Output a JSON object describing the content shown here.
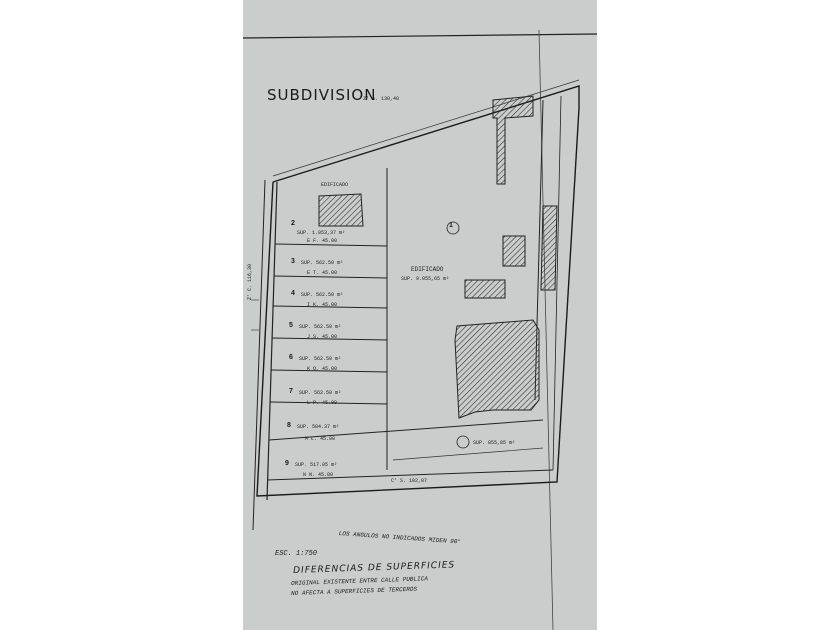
{
  "document": {
    "title": "SUBDIVISION",
    "building_label": "EDIFICADO",
    "building_label_lot2": "EDIFICADO",
    "main_lot_area": "SUP. 9.055,65 m²",
    "lots": [
      {
        "num": "2",
        "area": "SUP. 1.053,37 m²",
        "frontage": "E F. 45.00"
      },
      {
        "num": "3",
        "area": "SUP. 562.50 m²",
        "frontage": "E T. 45.00"
      },
      {
        "num": "4",
        "area": "SUP. 562.50 m²",
        "frontage": "I K. 45.00"
      },
      {
        "num": "5",
        "area": "SUP. 562.50 m²",
        "frontage": "J S. 45.00"
      },
      {
        "num": "6",
        "area": "SUP. 562.50 m²",
        "frontage": "K Q. 45.00"
      },
      {
        "num": "7",
        "area": "SUP. 562.50 m²",
        "frontage": "L P. 45.00"
      },
      {
        "num": "8",
        "area": "SUP. 584.37 m²",
        "frontage": "M L. 45.00"
      },
      {
        "num": "9",
        "area": "SUP. 517.05 m²",
        "frontage": "N N. 45.00"
      }
    ],
    "lot1": "1",
    "lot10_area": "SUP. 855,85 m²",
    "bottom_dim": "C' S. 102,07",
    "top_dim": "Z' A. 130,40",
    "left_dim": "Z' C. 116,30",
    "angles_note": "LOS ANGULOS NO INDICADOS MIDEN 90°",
    "scale": "ESC. 1:750",
    "legend_title": "DIFERENCIAS DE SUPERFICIES",
    "legend_line1": "ORIGINAL EXISTENTE ENTRE CALLE PUBLICA",
    "legend_line2": "NO AFECTA A SUPERFICIES DE TERCEROS"
  }
}
